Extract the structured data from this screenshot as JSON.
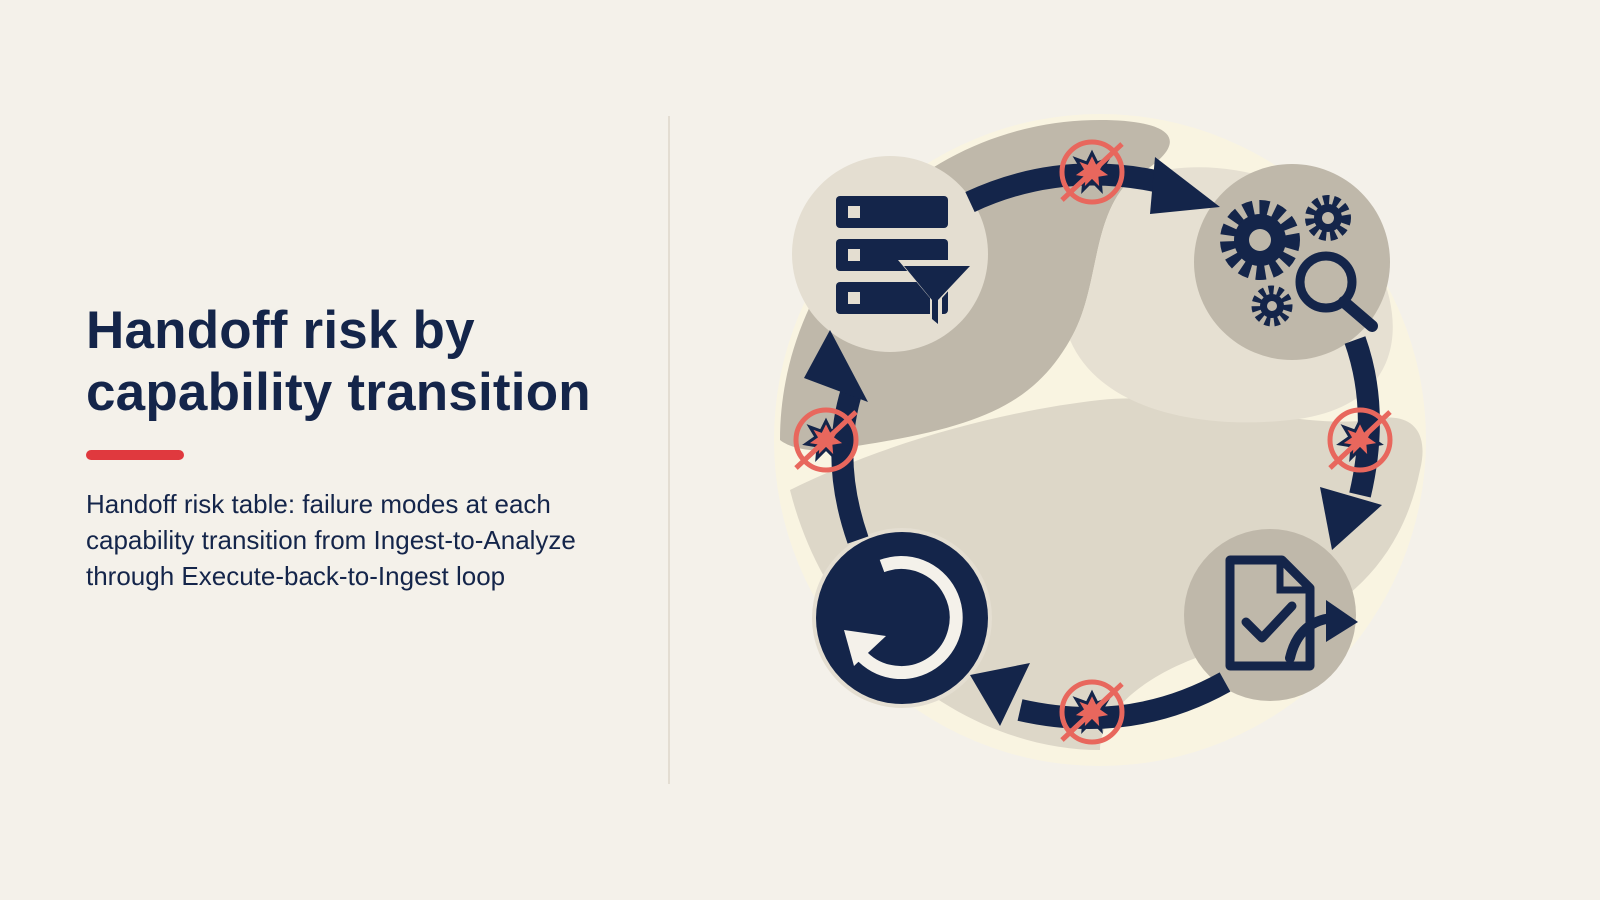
{
  "slide": {
    "title": "Handoff risk by capability transition",
    "subtitle": "Handoff risk table: failure modes at each capability transition from Ingest-to-Analyze through Execute-back-to-Ingest loop"
  },
  "diagram": {
    "nodes": [
      {
        "id": "ingest",
        "icon": "database-filter-icon"
      },
      {
        "id": "analyze",
        "icon": "gears-search-icon"
      },
      {
        "id": "execute",
        "icon": "document-check-share-icon"
      },
      {
        "id": "loop",
        "icon": "refresh-cycle-icon"
      }
    ],
    "risk_marker_icon": "no-failure-burst-icon",
    "colors": {
      "navy": "#14254a",
      "risk_red": "#e8675d",
      "accent_red": "#e0393e",
      "background": "#f4f1ea"
    }
  }
}
